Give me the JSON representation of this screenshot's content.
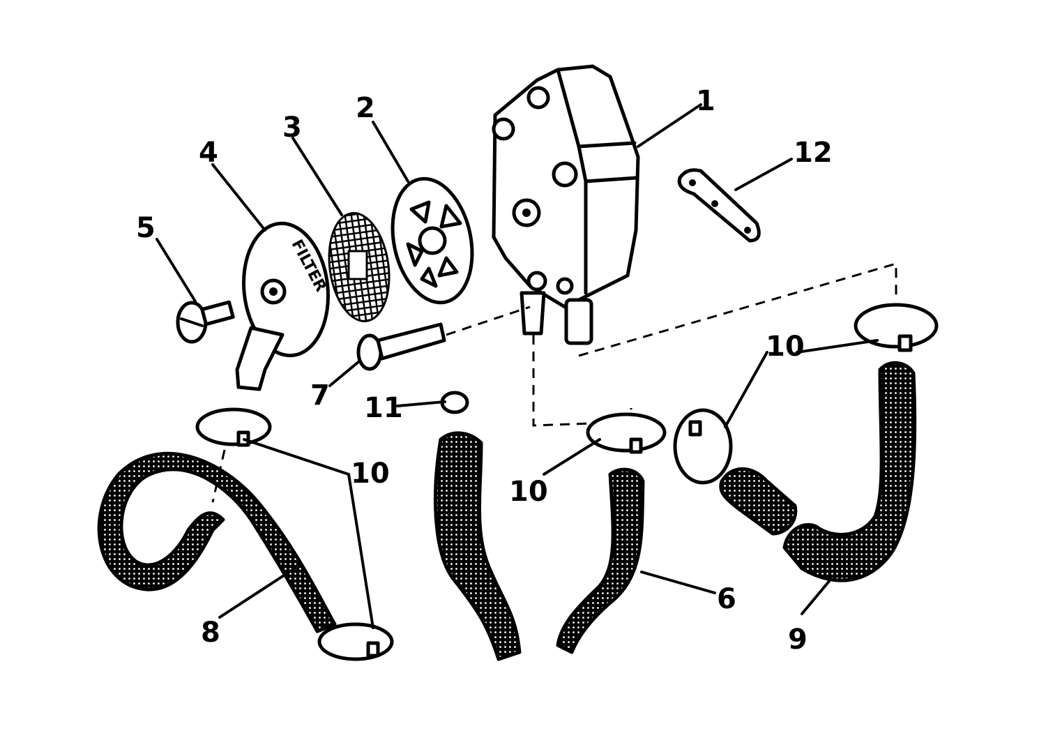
{
  "diagram": {
    "callouts": [
      {
        "id": "1",
        "label": "1"
      },
      {
        "id": "2",
        "label": "2"
      },
      {
        "id": "3",
        "label": "3"
      },
      {
        "id": "4",
        "label": "4"
      },
      {
        "id": "5",
        "label": "5"
      },
      {
        "id": "6",
        "label": "6"
      },
      {
        "id": "7",
        "label": "7"
      },
      {
        "id": "8",
        "label": "8"
      },
      {
        "id": "9",
        "label": "9"
      },
      {
        "id": "10a",
        "label": "10"
      },
      {
        "id": "10b",
        "label": "10"
      },
      {
        "id": "10c",
        "label": "10"
      },
      {
        "id": "10d",
        "label": "10"
      },
      {
        "id": "11",
        "label": "11"
      },
      {
        "id": "12",
        "label": "12"
      }
    ],
    "filter_cover_text": "FILTER"
  }
}
